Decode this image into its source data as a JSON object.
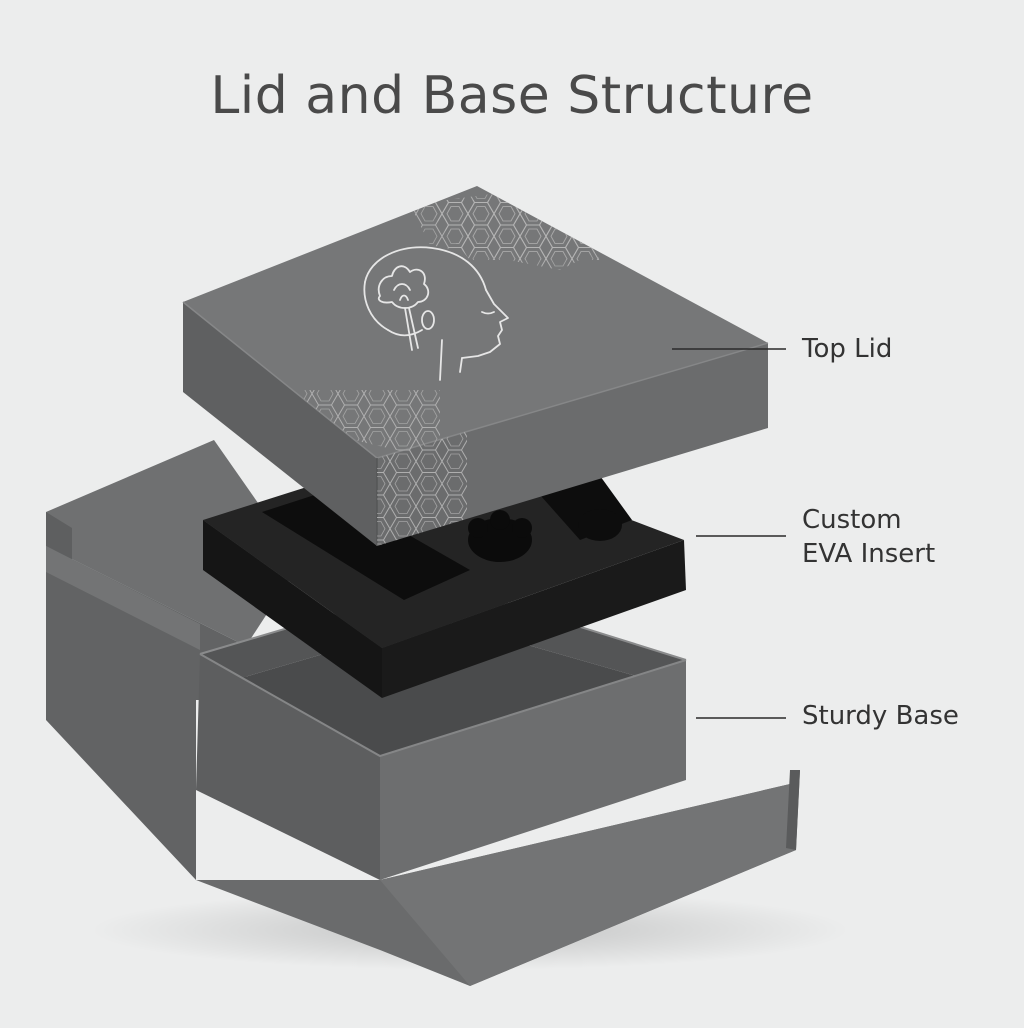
{
  "title": "Lid and Base Structure",
  "colors": {
    "background": "#eceded",
    "box_gray": "#6b6c6d",
    "box_gray_dark": "#58595a",
    "box_gray_light": "#7a7b7c",
    "foam": "#1e1e1e",
    "line_art": "#e6e6e6",
    "callout_line": "#2a2a2a",
    "text": "#333333"
  },
  "callouts": {
    "lid": "Top Lid",
    "eva_line1": "Custom",
    "eva_line2": "EVA Insert",
    "base": "Sturdy Base"
  },
  "components": [
    "lid",
    "eva-insert",
    "base",
    "folding-flaps"
  ],
  "lid_artwork": {
    "icon": "woman-profile-with-lotus-line-art",
    "pattern": "hexagon-outline-pattern"
  }
}
